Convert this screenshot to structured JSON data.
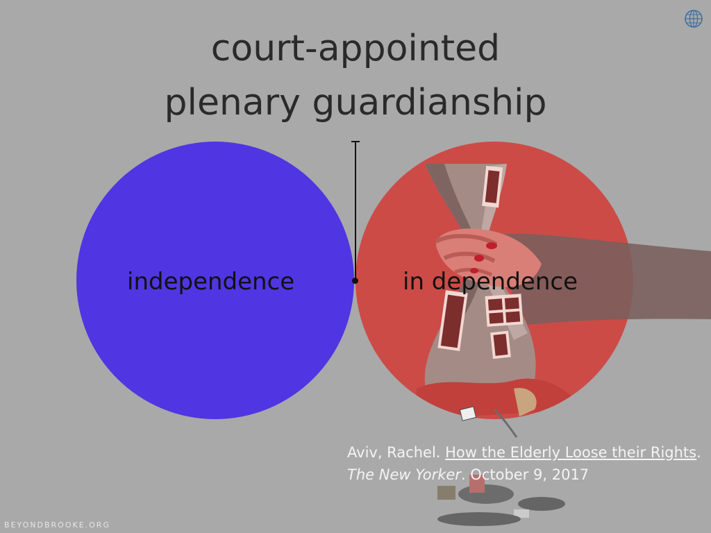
{
  "title": {
    "line1": "court-appointed",
    "line2": "plenary guardianship"
  },
  "left_circle": {
    "label": "independence",
    "color": "#5035e2"
  },
  "right_circle": {
    "label": "in dependence",
    "color": "#cc4b47"
  },
  "citation": {
    "author": "Aviv, Rachel. ",
    "article_title": "How the Elderly Loose their Rights",
    "sep1": ". ",
    "publication": "The New Yorker",
    "date": ".  October 9, 2017"
  },
  "footer": {
    "text": "BEYONDBROOKE.ORG"
  },
  "icons": {
    "corner": "globe-icon"
  },
  "colors": {
    "background": "#a9a9a9",
    "text": "#2a2a2a",
    "citation_text": "#f4f4f4"
  }
}
